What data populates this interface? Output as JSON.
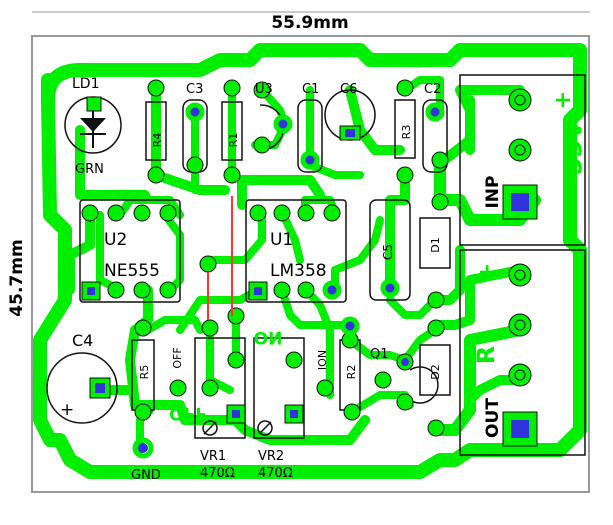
{
  "dimensions": {
    "width_label": "55.9mm",
    "height_label": "45.7mm"
  },
  "board_title": "ACC-COMP",
  "silkscreen": {
    "ld1": "LD1",
    "grn": "GRN",
    "c3": "C3",
    "u3": "U3",
    "c1": "C1",
    "c6": "C6",
    "c2": "C2",
    "r4": "R4",
    "r1": "R1",
    "r3": "R3",
    "u2": "U2",
    "ne555": "NE555",
    "u1": "U1",
    "lm358": "LM358",
    "c5": "C5",
    "d1": "D1",
    "c4": "C4",
    "c4_plus": "+",
    "r5": "R5",
    "off": "OFF",
    "on_copper": "ON",
    "off_copper": "OFF",
    "ion": "ION",
    "r2": "R2",
    "q1": "Q1",
    "d2": "D2",
    "gnd": "GND",
    "vr1": "VR1",
    "vr2": "VR2",
    "vr1_val": "470Ω",
    "vr2_val": "470Ω",
    "inp": "INP",
    "out": "OUT",
    "acc": "ACC",
    "acc_plus": "+",
    "r_copper": "R",
    "out_plus": "+"
  },
  "colors": {
    "copper": "#00ee00",
    "pad_blue": "#3333dd",
    "jumper": "#ff3333",
    "background": "#ffffff"
  }
}
